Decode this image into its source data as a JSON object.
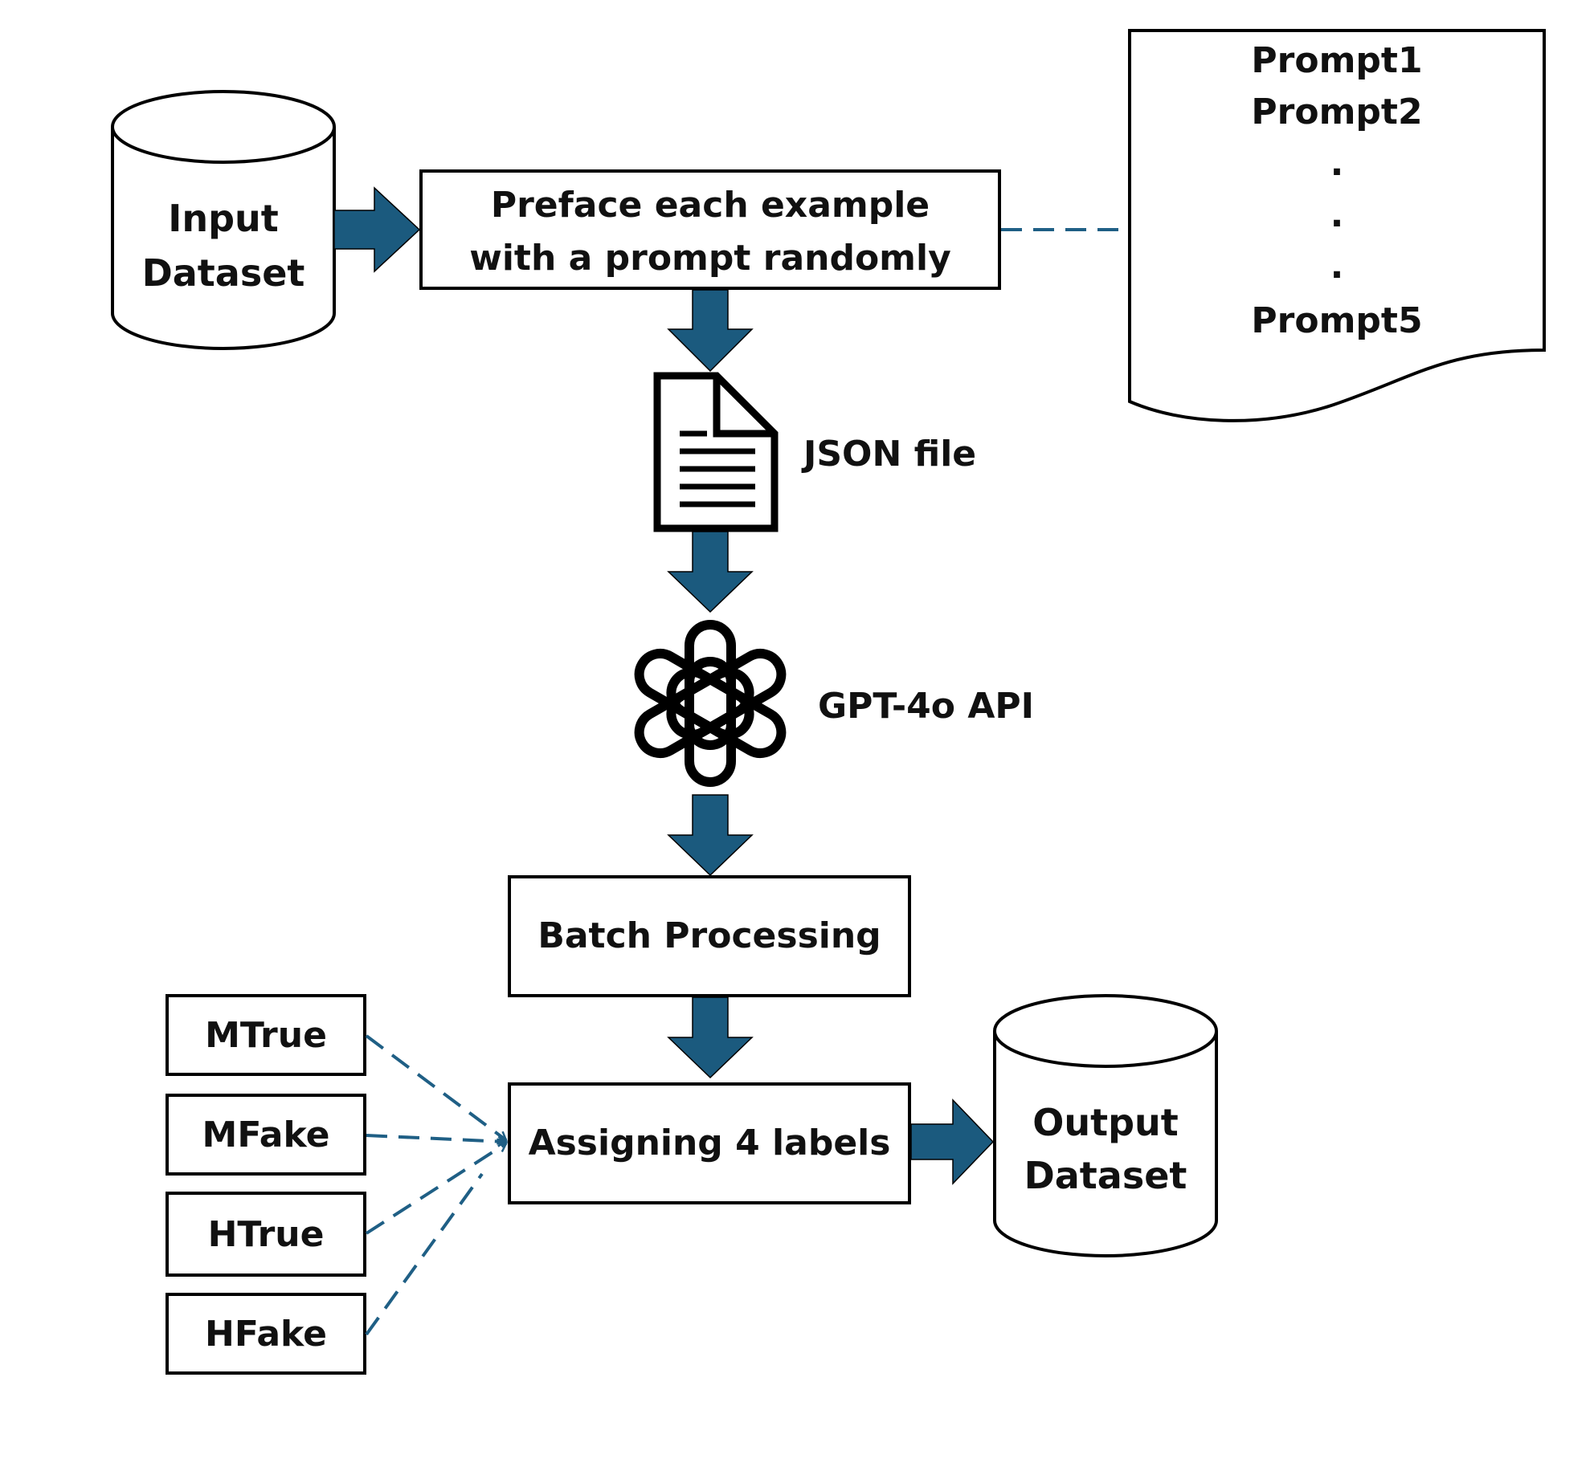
{
  "colors": {
    "arrow": "#1b5a7e",
    "dashed_connector": "#1f5f85",
    "stroke": "#000000",
    "background": "#ffffff"
  },
  "input_dataset": {
    "line1": "Input",
    "line2": "Dataset"
  },
  "preface_box": {
    "line1": "Preface each example",
    "line2": "with a prompt randomly"
  },
  "prompt_list": {
    "items": [
      "Prompt1",
      "Prompt2",
      ".",
      ".",
      ".",
      "Prompt5"
    ]
  },
  "json_file": {
    "label": "JSON file",
    "icon": "document-icon"
  },
  "gpt_api": {
    "label": "GPT-4o API",
    "icon": "openai-logo-icon"
  },
  "batch_box": {
    "label": "Batch Processing"
  },
  "assign_box": {
    "label": "Assigning 4 labels"
  },
  "label_boxes": [
    "MTrue",
    "MFake",
    "HTrue",
    "HFake"
  ],
  "output_dataset": {
    "line1": "Output",
    "line2": "Dataset"
  }
}
